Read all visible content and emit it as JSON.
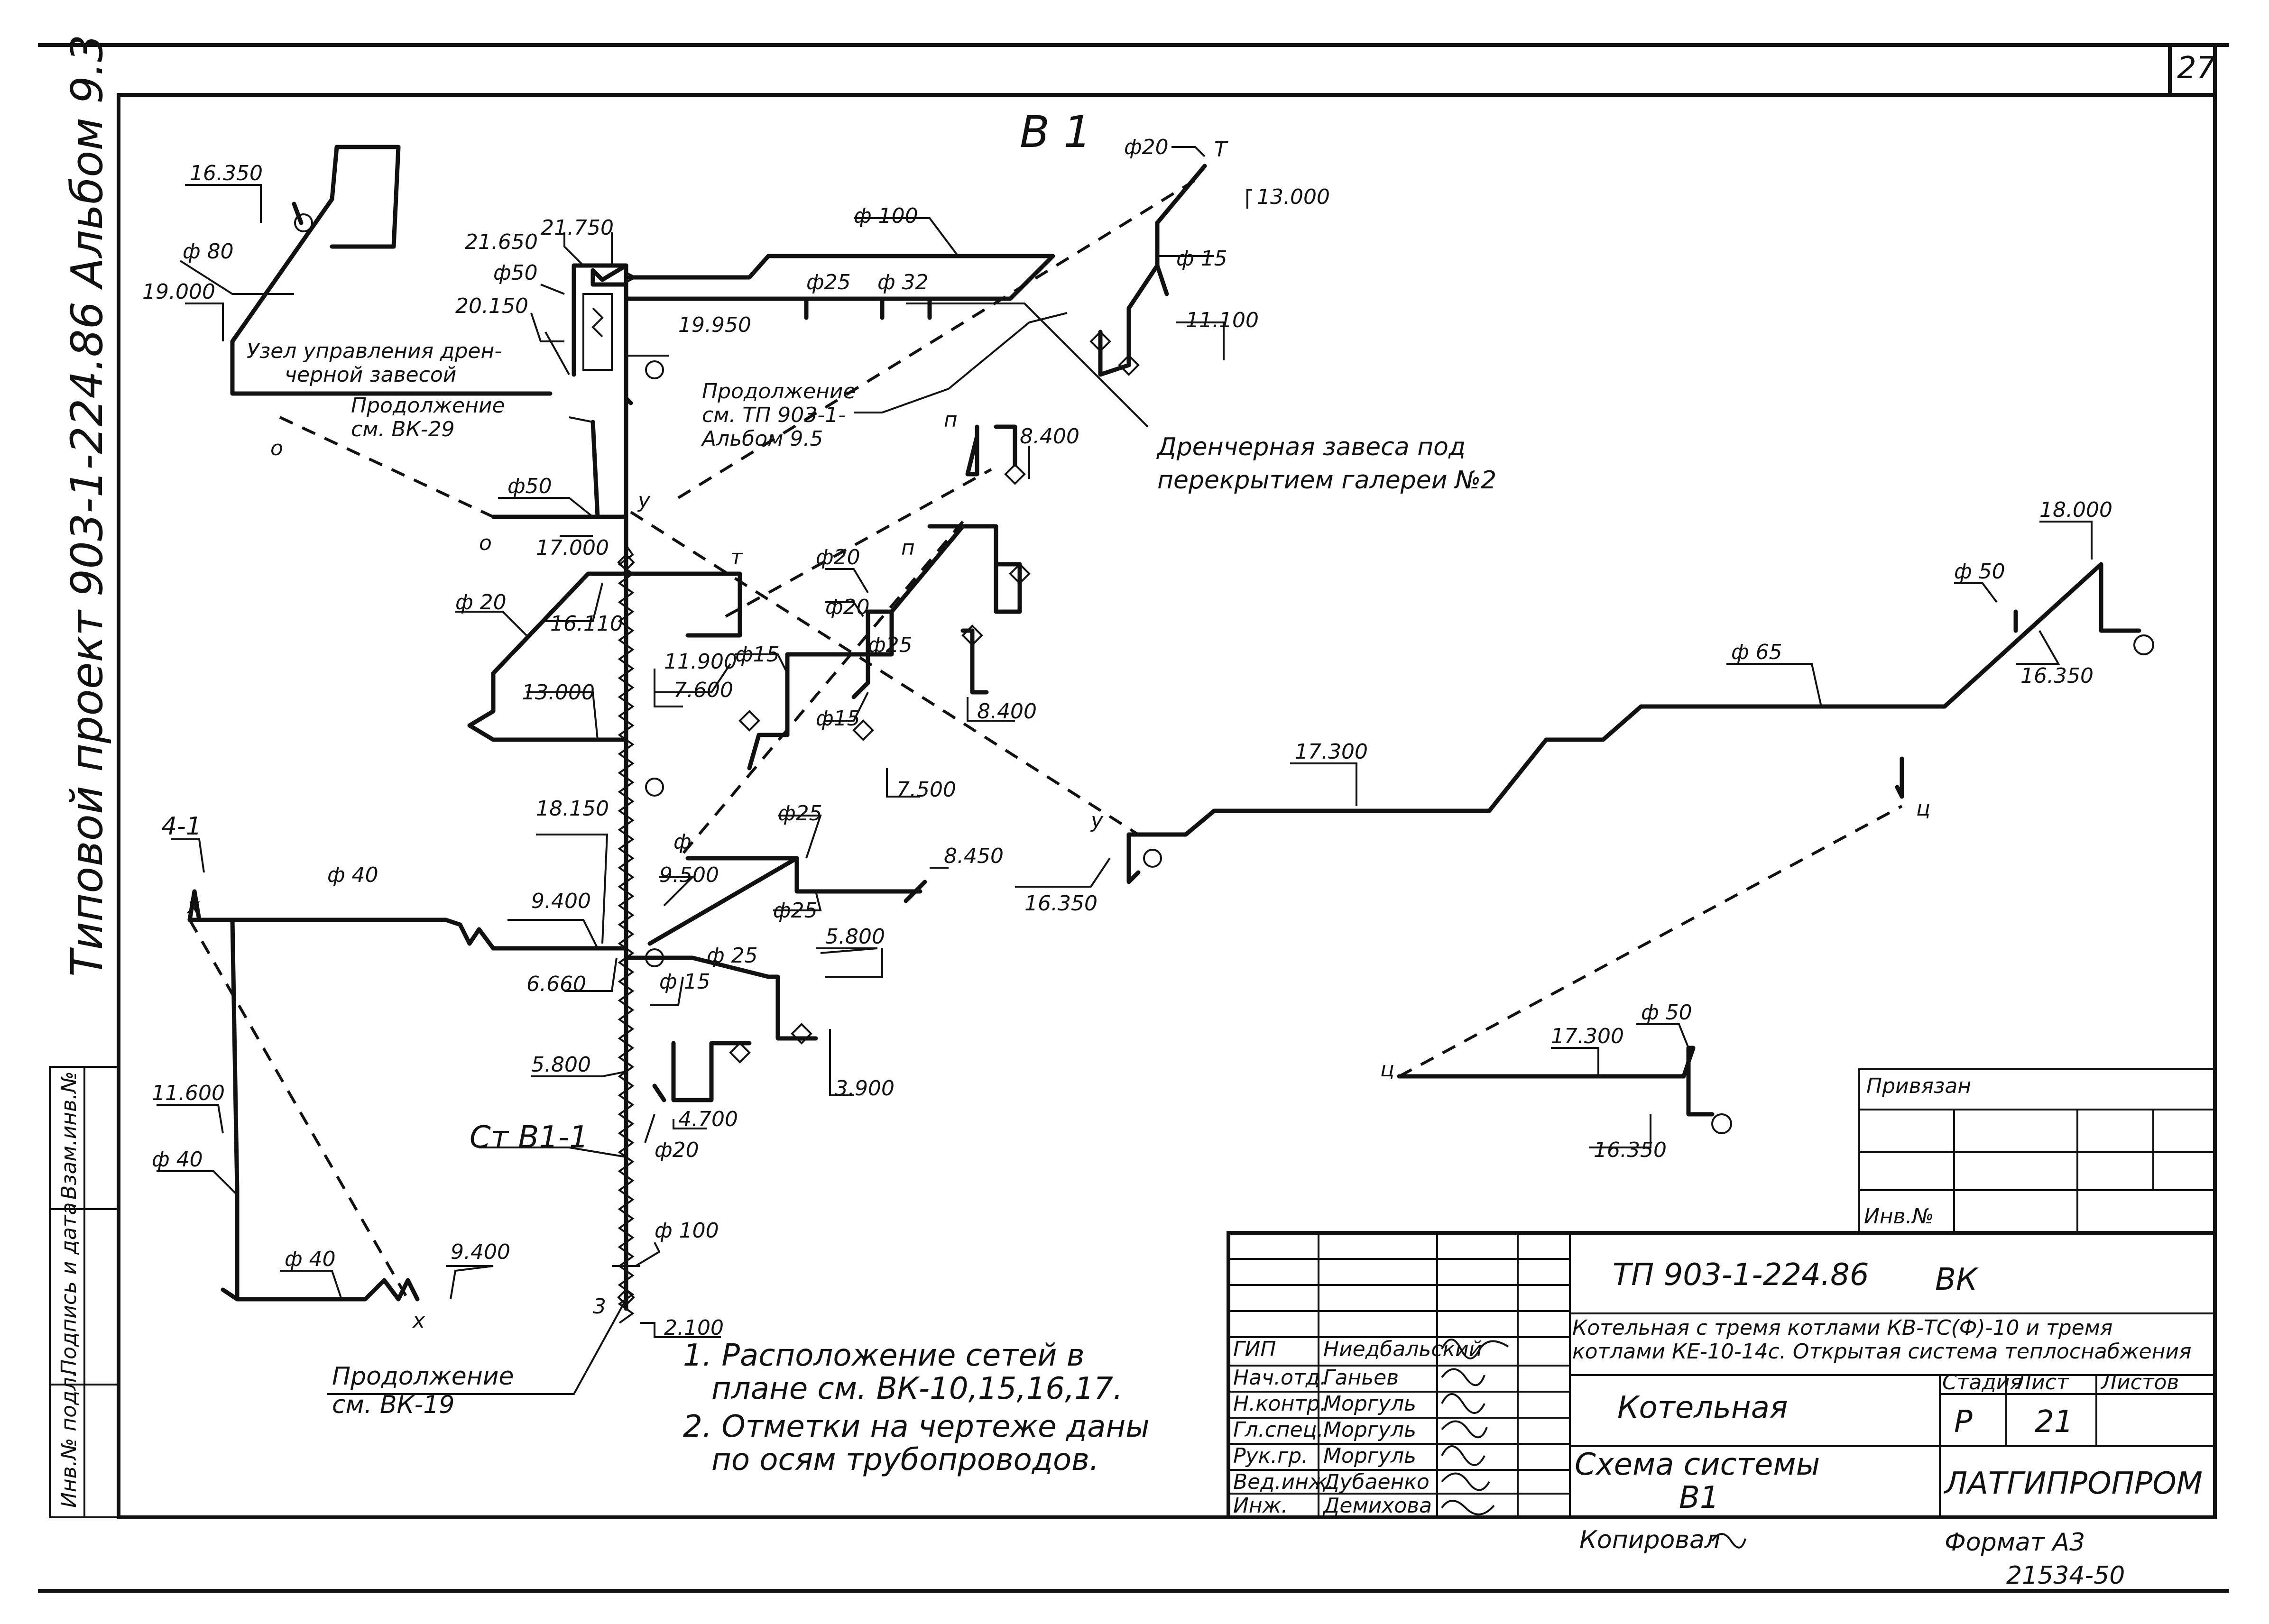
{
  "sheet": {
    "page_number": "27",
    "side_title": "Типовой проект 903-1-224.86 Альбом 9.3",
    "schema_title": "В 1"
  },
  "left_stamp": [
    "Инв.№ подл.",
    "Подпись и дата",
    "Взам.инв.№"
  ],
  "labels": {
    "l_16350a": "16.350",
    "l_d80a": "ф 80",
    "l_19000a": "19.000",
    "l_21650": "21.650",
    "l_21750": "21.750",
    "l_d50a": "ф50",
    "l_20150": "20.150",
    "l_19950": "19.950",
    "l_d100a": "ф 100",
    "l_d25a": "ф25",
    "l_d32": "ф 32",
    "l_d20a": "ф20",
    "l_T1": "Т",
    "l_13000": "13.000",
    "l_d15a": "ф 15",
    "l_11100": "11.100",
    "l_uzel1": "Узел управления дрен-",
    "l_uzel2": "черной завесой",
    "l_prod1a": "Продолжение",
    "l_prod1b": "см. ВК-29",
    "l_prod2a": "Продолжение",
    "l_prod2b": "см. ТП 903-1-",
    "l_prod2c": "Альбом 9.5",
    "l_dren1": "Дренчерная завеса под",
    "l_dren2": "перекрытием галереи №2",
    "l_o1": "о",
    "l_o2": "о",
    "l_d50b": "ф50",
    "l_17000": "17.000",
    "l_y1": "у",
    "l_n1": "п",
    "l_8400a": "8.400",
    "l_n2": "п",
    "l_T2": "т",
    "l_d20b": "ф 20",
    "l_16110": "16.110",
    "l_13000b": "13.000",
    "l_d20c": "ф20",
    "l_d20d": "ф20",
    "l_11900": "11.900",
    "l_d15b": "ф15",
    "l_7600": "7.600",
    "l_d15c": "ф15",
    "l_8400b": "8.400",
    "l_d25b": "ф25",
    "l_7500": "7.500",
    "l_18150": "18.150",
    "l_f1": "ф",
    "l_d25c": "ф25",
    "l_8450": "8.450",
    "l_9500": "9.500",
    "l_d25d": "ф25",
    "l_d25e": "ф 25",
    "l_5800a": "5.800",
    "l_41": "4-1",
    "l_x1": "х",
    "l_d40a": "ф 40",
    "l_9400a": "9.400",
    "l_6660": "6.660",
    "l_d15d": "ф 15",
    "l_5800b": "5.800",
    "l_3900": "3.900",
    "l_4700": "4.700",
    "l_d20e": "ф20",
    "l_11600": "11.600",
    "l_d40b": "ф 40",
    "l_stb1": "Ст В1-1",
    "l_d100b": "ф 100",
    "l_d40c": "ф 40",
    "l_9400b": "9.400",
    "l_x2": "х",
    "l_z3": "3",
    "l_2100": "2.100",
    "l_prod3a": "Продолжение",
    "l_prod3b": "см. ВК-19",
    "l_y2": "у",
    "l_16350b": "16.350",
    "l_17300a": "17.300",
    "l_d65": "ф 65",
    "l_d50c": "ф 50",
    "l_18000b": "18.000",
    "l_16350c": "16.350",
    "l_c1": "ц",
    "l_c2": "ц",
    "l_17300b": "17.300",
    "l_d50d": "ф 50",
    "l_16350d": "16.350"
  },
  "notes": [
    "1. Расположение сетей в",
    "плане см. ВК-10,15,16,17.",
    "2. Отметки на чертеже даны",
    "по осям трубопроводов."
  ],
  "title_block": {
    "privyazan": "Привязан",
    "inv_no": "Инв.№",
    "project_code": "ТП 903-1-224.86",
    "mark": "ВК",
    "desc_line1": "Котельная с тремя котлами КВ-ТС(Ф)-10 и тремя",
    "desc_line2": "котлами КЕ-10-14с. Открытая система теплоснабжения",
    "building": "Котельная",
    "sheet_title1": "Схема системы",
    "sheet_title2": "В1",
    "stage_header": "Стадия",
    "sheet_header": "Лист",
    "sheets_header": "Листов",
    "stage": "Р",
    "sheet": "21",
    "organization": "ЛАТГИПРОПРОМ",
    "roles": [
      "ГИП",
      "Нач.отд.",
      "Н.контр.",
      "Гл.спец.",
      "Рук.гр.",
      "Вед.инж.",
      "Инж."
    ],
    "names": [
      "Ниедбальский",
      "Ганьев",
      "Моргуль",
      "Моргуль",
      "Моргуль",
      "Дубаенко",
      "Демихова"
    ],
    "copied": "Копировал",
    "format": "Формат А3",
    "doc_number": "21534-50"
  }
}
